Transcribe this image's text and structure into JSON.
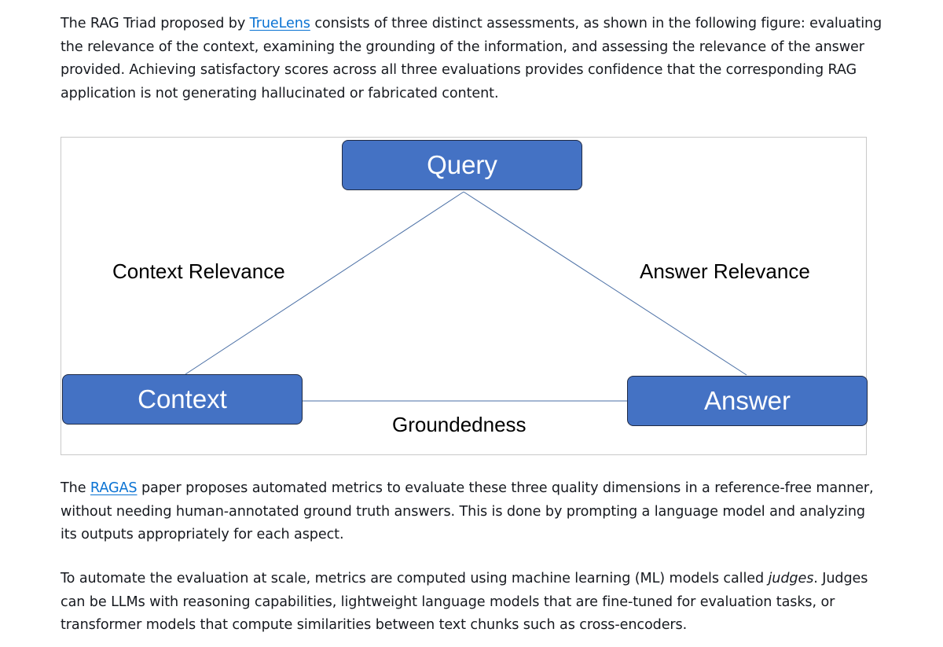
{
  "intro": {
    "before_link": "The RAG Triad proposed by ",
    "link_text": "TrueLens",
    "after_link": " consists of three distinct assessments, as shown in the following figure: evaluating the relevance of the context, examining the grounding of the information, and assessing the relevance of the answer provided. Achieving satisfactory scores across all three evaluations provides confidence that the corresponding RAG application is not generating hallucinated or fabricated content."
  },
  "diagram": {
    "nodes": {
      "query": "Query",
      "context": "Context",
      "answer": "Answer"
    },
    "edges": {
      "context_relevance": "Context Relevance",
      "answer_relevance": "Answer Relevance",
      "groundedness": "Groundedness"
    },
    "colors": {
      "node_fill": "#4472c4",
      "node_border": "#1f2a44",
      "edge_line": "#4a6fa5",
      "link": "#0972d3"
    }
  },
  "ragas": {
    "before_link": "The ",
    "link_text": "RAGAS",
    "after_link": " paper proposes automated metrics to evaluate these three quality dimensions in a reference-free manner, without needing human-annotated ground truth answers. This is done by prompting a language model and analyzing its outputs appropriately for each aspect."
  },
  "judges": {
    "before_em": "To automate the evaluation at scale, metrics are computed using machine learning (ML) models called ",
    "em_text": "judges",
    "after_em": ". Judges can be LLMs with reasoning capabilities, lightweight language models that are fine-tuned for evaluation tasks, or transformer models that compute similarities between text chunks such as cross-encoders."
  }
}
